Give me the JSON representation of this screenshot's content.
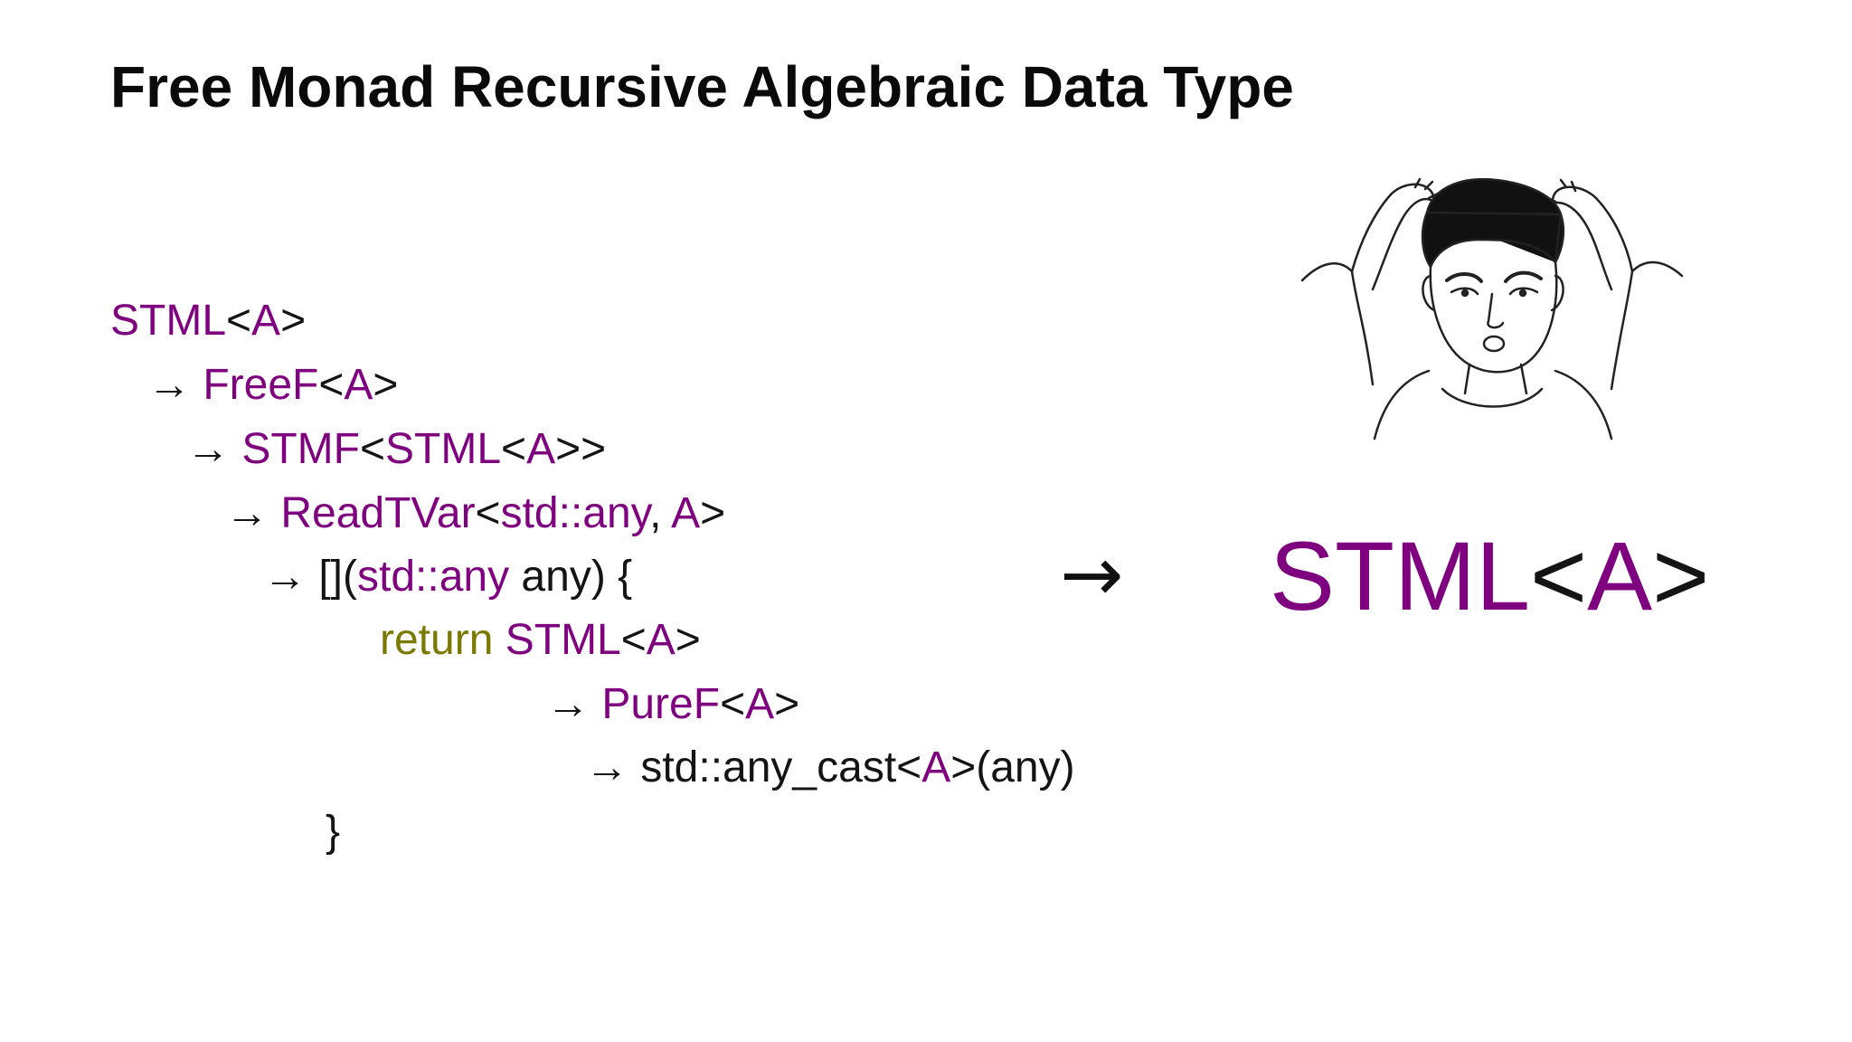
{
  "slide": {
    "title": "Free Monad Recursive Algebraic Data Type"
  },
  "colors": {
    "type": "#7f007f",
    "plain": "#141414",
    "keyword": "#7a7a00"
  },
  "code": {
    "lines": [
      {
        "tokens": [
          {
            "text": "STML",
            "style": "type"
          },
          {
            "text": "<",
            "style": "plain"
          },
          {
            "text": "A",
            "style": "type"
          },
          {
            "text": ">",
            "style": "plain"
          }
        ]
      },
      {
        "tokens": [
          {
            "text": "→ ",
            "style": "plain"
          },
          {
            "text": "FreeF",
            "style": "type"
          },
          {
            "text": "<",
            "style": "plain"
          },
          {
            "text": "A",
            "style": "type"
          },
          {
            "text": ">",
            "style": "plain"
          }
        ]
      },
      {
        "tokens": [
          {
            "text": "→ ",
            "style": "plain"
          },
          {
            "text": "STMF",
            "style": "type"
          },
          {
            "text": "<",
            "style": "plain"
          },
          {
            "text": "STML",
            "style": "type"
          },
          {
            "text": "<",
            "style": "plain"
          },
          {
            "text": "A",
            "style": "type"
          },
          {
            "text": ">>",
            "style": "plain"
          }
        ]
      },
      {
        "tokens": [
          {
            "text": "→ ",
            "style": "plain"
          },
          {
            "text": "ReadTVar",
            "style": "type"
          },
          {
            "text": "<",
            "style": "plain"
          },
          {
            "text": "std::any",
            "style": "type"
          },
          {
            "text": ", ",
            "style": "plain"
          },
          {
            "text": "A",
            "style": "type"
          },
          {
            "text": ">",
            "style": "plain"
          }
        ]
      },
      {
        "tokens": [
          {
            "text": "→ [](",
            "style": "plain"
          },
          {
            "text": "std::any",
            "style": "type"
          },
          {
            "text": " any) {",
            "style": "plain"
          }
        ]
      },
      {
        "tokens": [
          {
            "text": "return ",
            "style": "keyword"
          },
          {
            "text": "STML",
            "style": "type"
          },
          {
            "text": "<",
            "style": "plain"
          },
          {
            "text": "A",
            "style": "type"
          },
          {
            "text": ">",
            "style": "plain"
          }
        ]
      },
      {
        "tokens": [
          {
            "text": "→ ",
            "style": "plain"
          },
          {
            "text": "PureF",
            "style": "type"
          },
          {
            "text": "<",
            "style": "plain"
          },
          {
            "text": "A",
            "style": "type"
          },
          {
            "text": ">",
            "style": "plain"
          }
        ]
      },
      {
        "tokens": [
          {
            "text": "→ std::any_cast<",
            "style": "plain"
          },
          {
            "text": "A",
            "style": "type"
          },
          {
            "text": ">(any)",
            "style": "plain"
          }
        ]
      },
      {
        "tokens": [
          {
            "text": "}",
            "style": "plain"
          }
        ]
      }
    ]
  },
  "result": {
    "arrow": "→",
    "type_name": "STML",
    "open_bracket": "<",
    "param": "A",
    "close_bracket": ">"
  },
  "illustration": {
    "icon": "confused-man-meme-icon"
  }
}
